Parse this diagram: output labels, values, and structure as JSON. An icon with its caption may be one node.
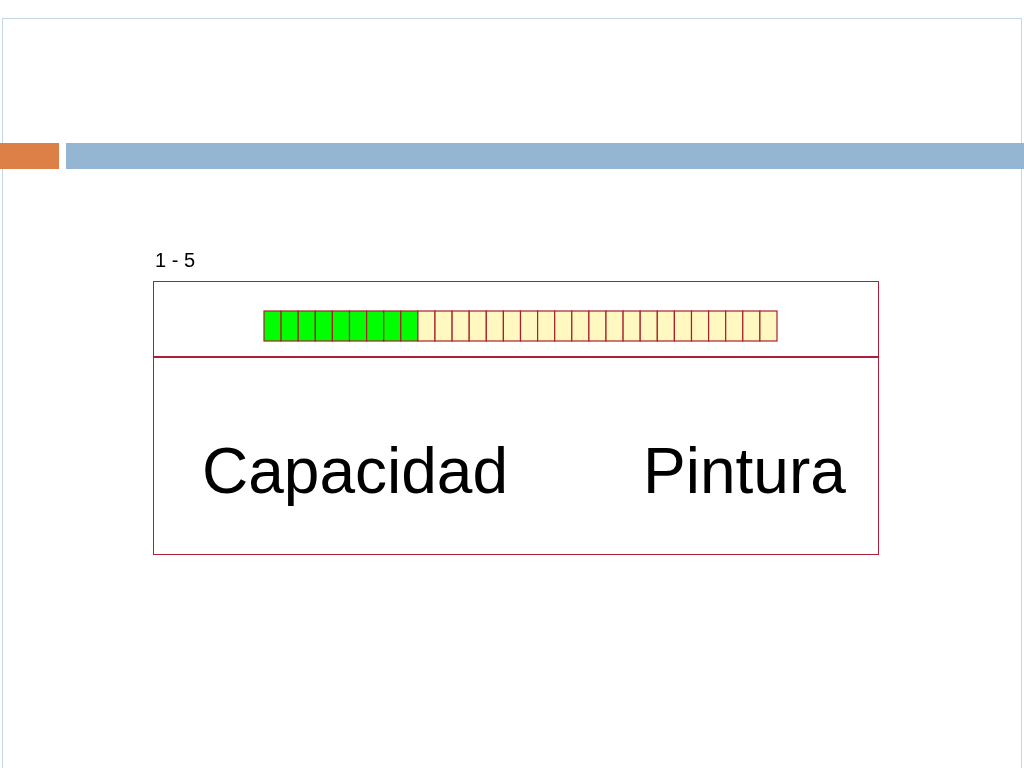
{
  "diagram": {
    "nodes": [
      {
        "text": [
          "Capacidad",
          "Pintura"
        ]
      }
    ],
    "labels": [
      "1 - 5"
    ]
  }
}
